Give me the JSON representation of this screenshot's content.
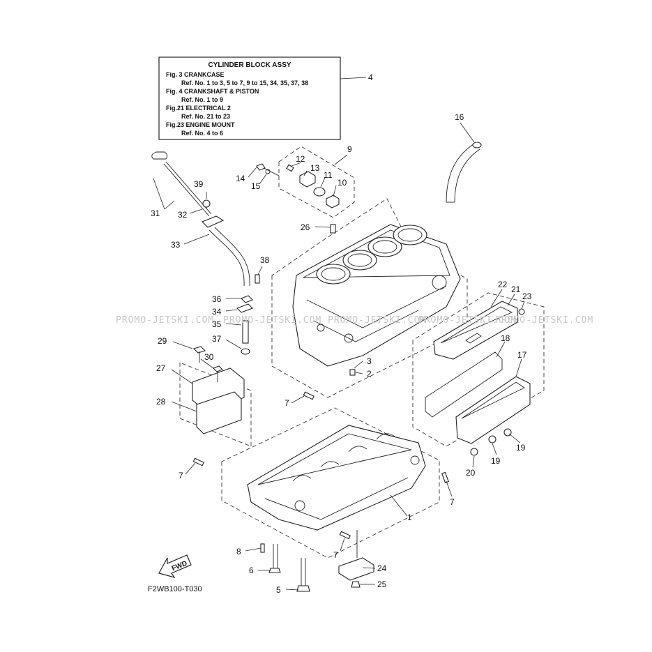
{
  "info_box": {
    "title": "CYLINDER BLOCK ASSY",
    "lines": [
      "Fig.  3 CRANKCASE",
      "Ref. No. 1 to 3, 5 to 7, 9 to 15, 34, 35, 37, 38",
      "Fig.  4 CRANKSHAFT & PISTON",
      "Ref. No. 1 to 9",
      "Fig.21 ELECTRICAL 2",
      "Ref. No. 21 to 23",
      "Fig.23 ENGINE MOUNT",
      "Ref. No. 4 to 6"
    ]
  },
  "callouts": {
    "c1": "1",
    "c2": "2",
    "c3": "3",
    "c4": "4",
    "c5": "5",
    "c6": "6",
    "c7a": "7",
    "c7b": "7",
    "c7c": "7",
    "c7d": "7",
    "c8": "8",
    "c9": "9",
    "c10": "10",
    "c11": "11",
    "c12": "12",
    "c13": "13",
    "c14": "14",
    "c15": "15",
    "c16": "16",
    "c17": "17",
    "c18": "18",
    "c19a": "19",
    "c19b": "19",
    "c20": "20",
    "c21": "21",
    "c22": "22",
    "c23": "23",
    "c24": "24",
    "c25": "25",
    "c26": "26",
    "c27": "27",
    "c28": "28",
    "c29": "29",
    "c30": "30",
    "c31": "31",
    "c32": "32",
    "c33": "33",
    "c34": "34",
    "c35": "35",
    "c36": "36",
    "c37": "37",
    "c38": "38",
    "c39": "39"
  },
  "watermark": {
    "w1": "PROMO-JETSKI.COM",
    "w2": "PROMO-JETSKI.COM",
    "w3": "PROMO-JETSKI.COM",
    "w4": "PROMO-JETSKI.COM",
    "w5": "PROMO-JETSKI.COM"
  },
  "fwd_label": "FWD",
  "diagram_code": "F2WB100-T030"
}
